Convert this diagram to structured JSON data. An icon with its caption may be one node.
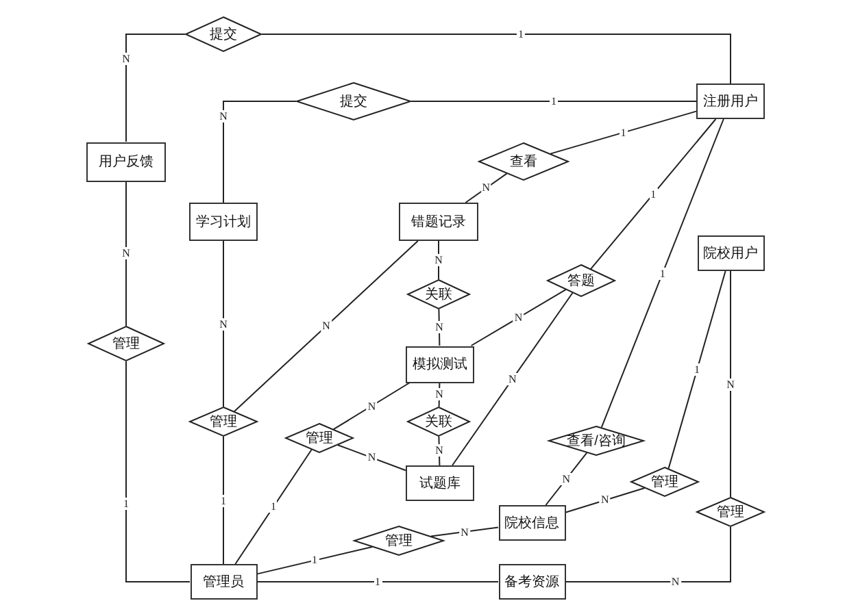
{
  "diagram": {
    "nodes": [
      {
        "text": [
          "提交"
        ]
      },
      {
        "text": [
          "提交"
        ]
      },
      {
        "text": [
          "注册用户"
        ]
      },
      {
        "text": [
          "用户反馈"
        ]
      },
      {
        "text": [
          "查看"
        ]
      },
      {
        "text": [
          "学习计划"
        ]
      },
      {
        "text": [
          "错题记录"
        ]
      },
      {
        "text": [
          "院校用户"
        ]
      },
      {
        "text": [
          "答题"
        ]
      },
      {
        "text": [
          "关联"
        ]
      },
      {
        "text": [
          "管理"
        ]
      },
      {
        "text": [
          "模拟测试"
        ]
      },
      {
        "text": [
          "管理"
        ]
      },
      {
        "text": [
          "关联"
        ]
      },
      {
        "text": [
          "管理"
        ]
      },
      {
        "text": [
          "查看/咨询"
        ]
      },
      {
        "text": [
          "管理"
        ]
      },
      {
        "text": [
          "试题库"
        ]
      },
      {
        "text": [
          "管理"
        ]
      },
      {
        "text": [
          "院校信息"
        ]
      },
      {
        "text": [
          "管理"
        ]
      },
      {
        "text": [
          "管理员"
        ]
      },
      {
        "text": [
          "备考资源"
        ]
      }
    ],
    "edges": [
      {
        "from": 3,
        "to": 0,
        "arrow": "none",
        "label": "N"
      },
      {
        "from": 0,
        "to": 2,
        "arrow": "none",
        "label": "1"
      },
      {
        "from": 5,
        "to": 1,
        "arrow": "none",
        "label": "N"
      },
      {
        "from": 1,
        "to": 2,
        "arrow": "none",
        "label": "1"
      },
      {
        "from": 2,
        "to": 4,
        "arrow": "none",
        "label": "1"
      },
      {
        "from": 4,
        "to": 6,
        "arrow": "none",
        "label": "N"
      },
      {
        "from": 6,
        "to": 9,
        "arrow": "none",
        "label": "N"
      },
      {
        "from": 9,
        "to": 11,
        "arrow": "none",
        "label": "N"
      },
      {
        "from": 11,
        "to": 13,
        "arrow": "none",
        "label": "N"
      },
      {
        "from": 13,
        "to": 17,
        "arrow": "none",
        "label": "N"
      },
      {
        "from": 5,
        "to": 12,
        "arrow": "none",
        "label": "N"
      },
      {
        "from": 12,
        "to": 21,
        "arrow": "none",
        "label": "1"
      },
      {
        "from": 12,
        "to": 6,
        "arrow": "none",
        "label": "N"
      },
      {
        "from": 2,
        "to": 8,
        "arrow": "none",
        "label": "1"
      },
      {
        "from": 8,
        "to": 11,
        "arrow": "none",
        "label": "N"
      },
      {
        "from": 8,
        "to": 17,
        "arrow": "none",
        "label": "N"
      },
      {
        "from": 2,
        "to": 15,
        "arrow": "none",
        "label": "1"
      },
      {
        "from": 15,
        "to": 19,
        "arrow": "none",
        "label": "N"
      },
      {
        "from": 7,
        "to": 16,
        "arrow": "none",
        "label": "1"
      },
      {
        "from": 16,
        "to": 19,
        "arrow": "none",
        "label": "N"
      },
      {
        "from": 7,
        "to": 18,
        "arrow": "none",
        "label": "N"
      },
      {
        "from": 18,
        "to": 22,
        "arrow": "none",
        "label": "N"
      },
      {
        "from": 14,
        "to": 11,
        "arrow": "none",
        "label": "N"
      },
      {
        "from": 14,
        "to": 17,
        "arrow": "none",
        "label": "N"
      },
      {
        "from": 14,
        "to": 21,
        "arrow": "none",
        "label": "1"
      },
      {
        "from": 20,
        "to": 21,
        "arrow": "none",
        "label": "1"
      },
      {
        "from": 20,
        "to": 19,
        "arrow": "none",
        "label": "N"
      },
      {
        "from": 21,
        "to": 22,
        "arrow": "none",
        "label": "1"
      },
      {
        "from": 21,
        "to": 10,
        "arrow": "none",
        "label": "1"
      },
      {
        "from": 10,
        "to": 3,
        "arrow": "none",
        "label": "N"
      }
    ]
  }
}
